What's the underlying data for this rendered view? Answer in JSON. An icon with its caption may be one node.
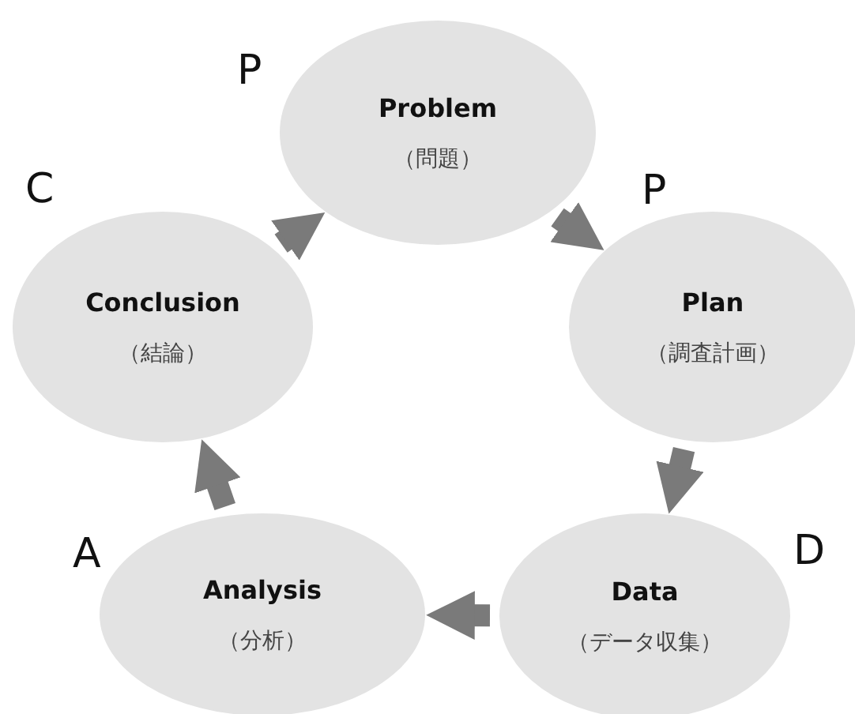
{
  "diagram": {
    "nodes": [
      {
        "text": [
          "Problem",
          "（問題）"
        ],
        "beside": [
          "P"
        ]
      },
      {
        "text": [
          "Plan",
          "（調査計画）"
        ],
        "beside": [
          "P"
        ]
      },
      {
        "text": [
          "Data",
          "（データ収集）"
        ],
        "beside": [
          "D"
        ]
      },
      {
        "text": [
          "Analysis",
          "（分析）"
        ],
        "beside": [
          "A"
        ]
      },
      {
        "text": [
          "Conclusion",
          "（結論）"
        ],
        "beside": [
          "C"
        ]
      }
    ],
    "edges": [
      {
        "from": 0,
        "to": 1,
        "arrow": "to"
      },
      {
        "from": 1,
        "to": 2,
        "arrow": "to"
      },
      {
        "from": 2,
        "to": 3,
        "arrow": "to"
      },
      {
        "from": 3,
        "to": 4,
        "arrow": "to"
      },
      {
        "from": 4,
        "to": 0,
        "arrow": "to"
      }
    ]
  }
}
